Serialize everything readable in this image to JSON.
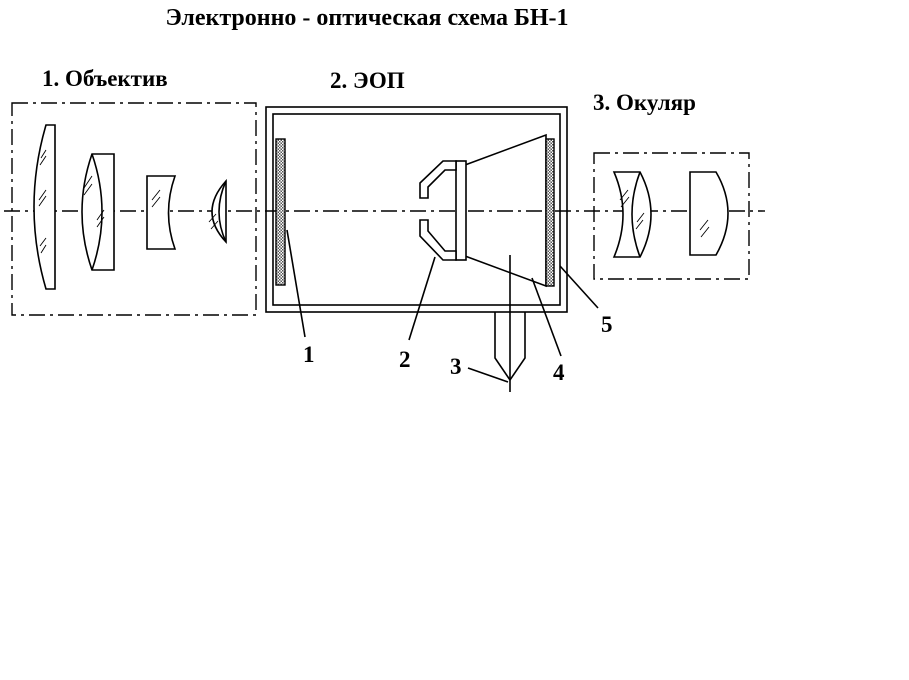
{
  "title": "Электронно - оптическая схема  БН-1",
  "sections": {
    "objective": "1. Объектив",
    "tube": "2. ЭОП",
    "eyepiece": "3. Окуляр"
  },
  "callouts": {
    "c1": "1",
    "c2": "2",
    "c3": "3",
    "c4": "4",
    "c5": "5"
  },
  "colors": {
    "ink": "#000000",
    "paper": "#ffffff",
    "hatch": "#555555"
  }
}
